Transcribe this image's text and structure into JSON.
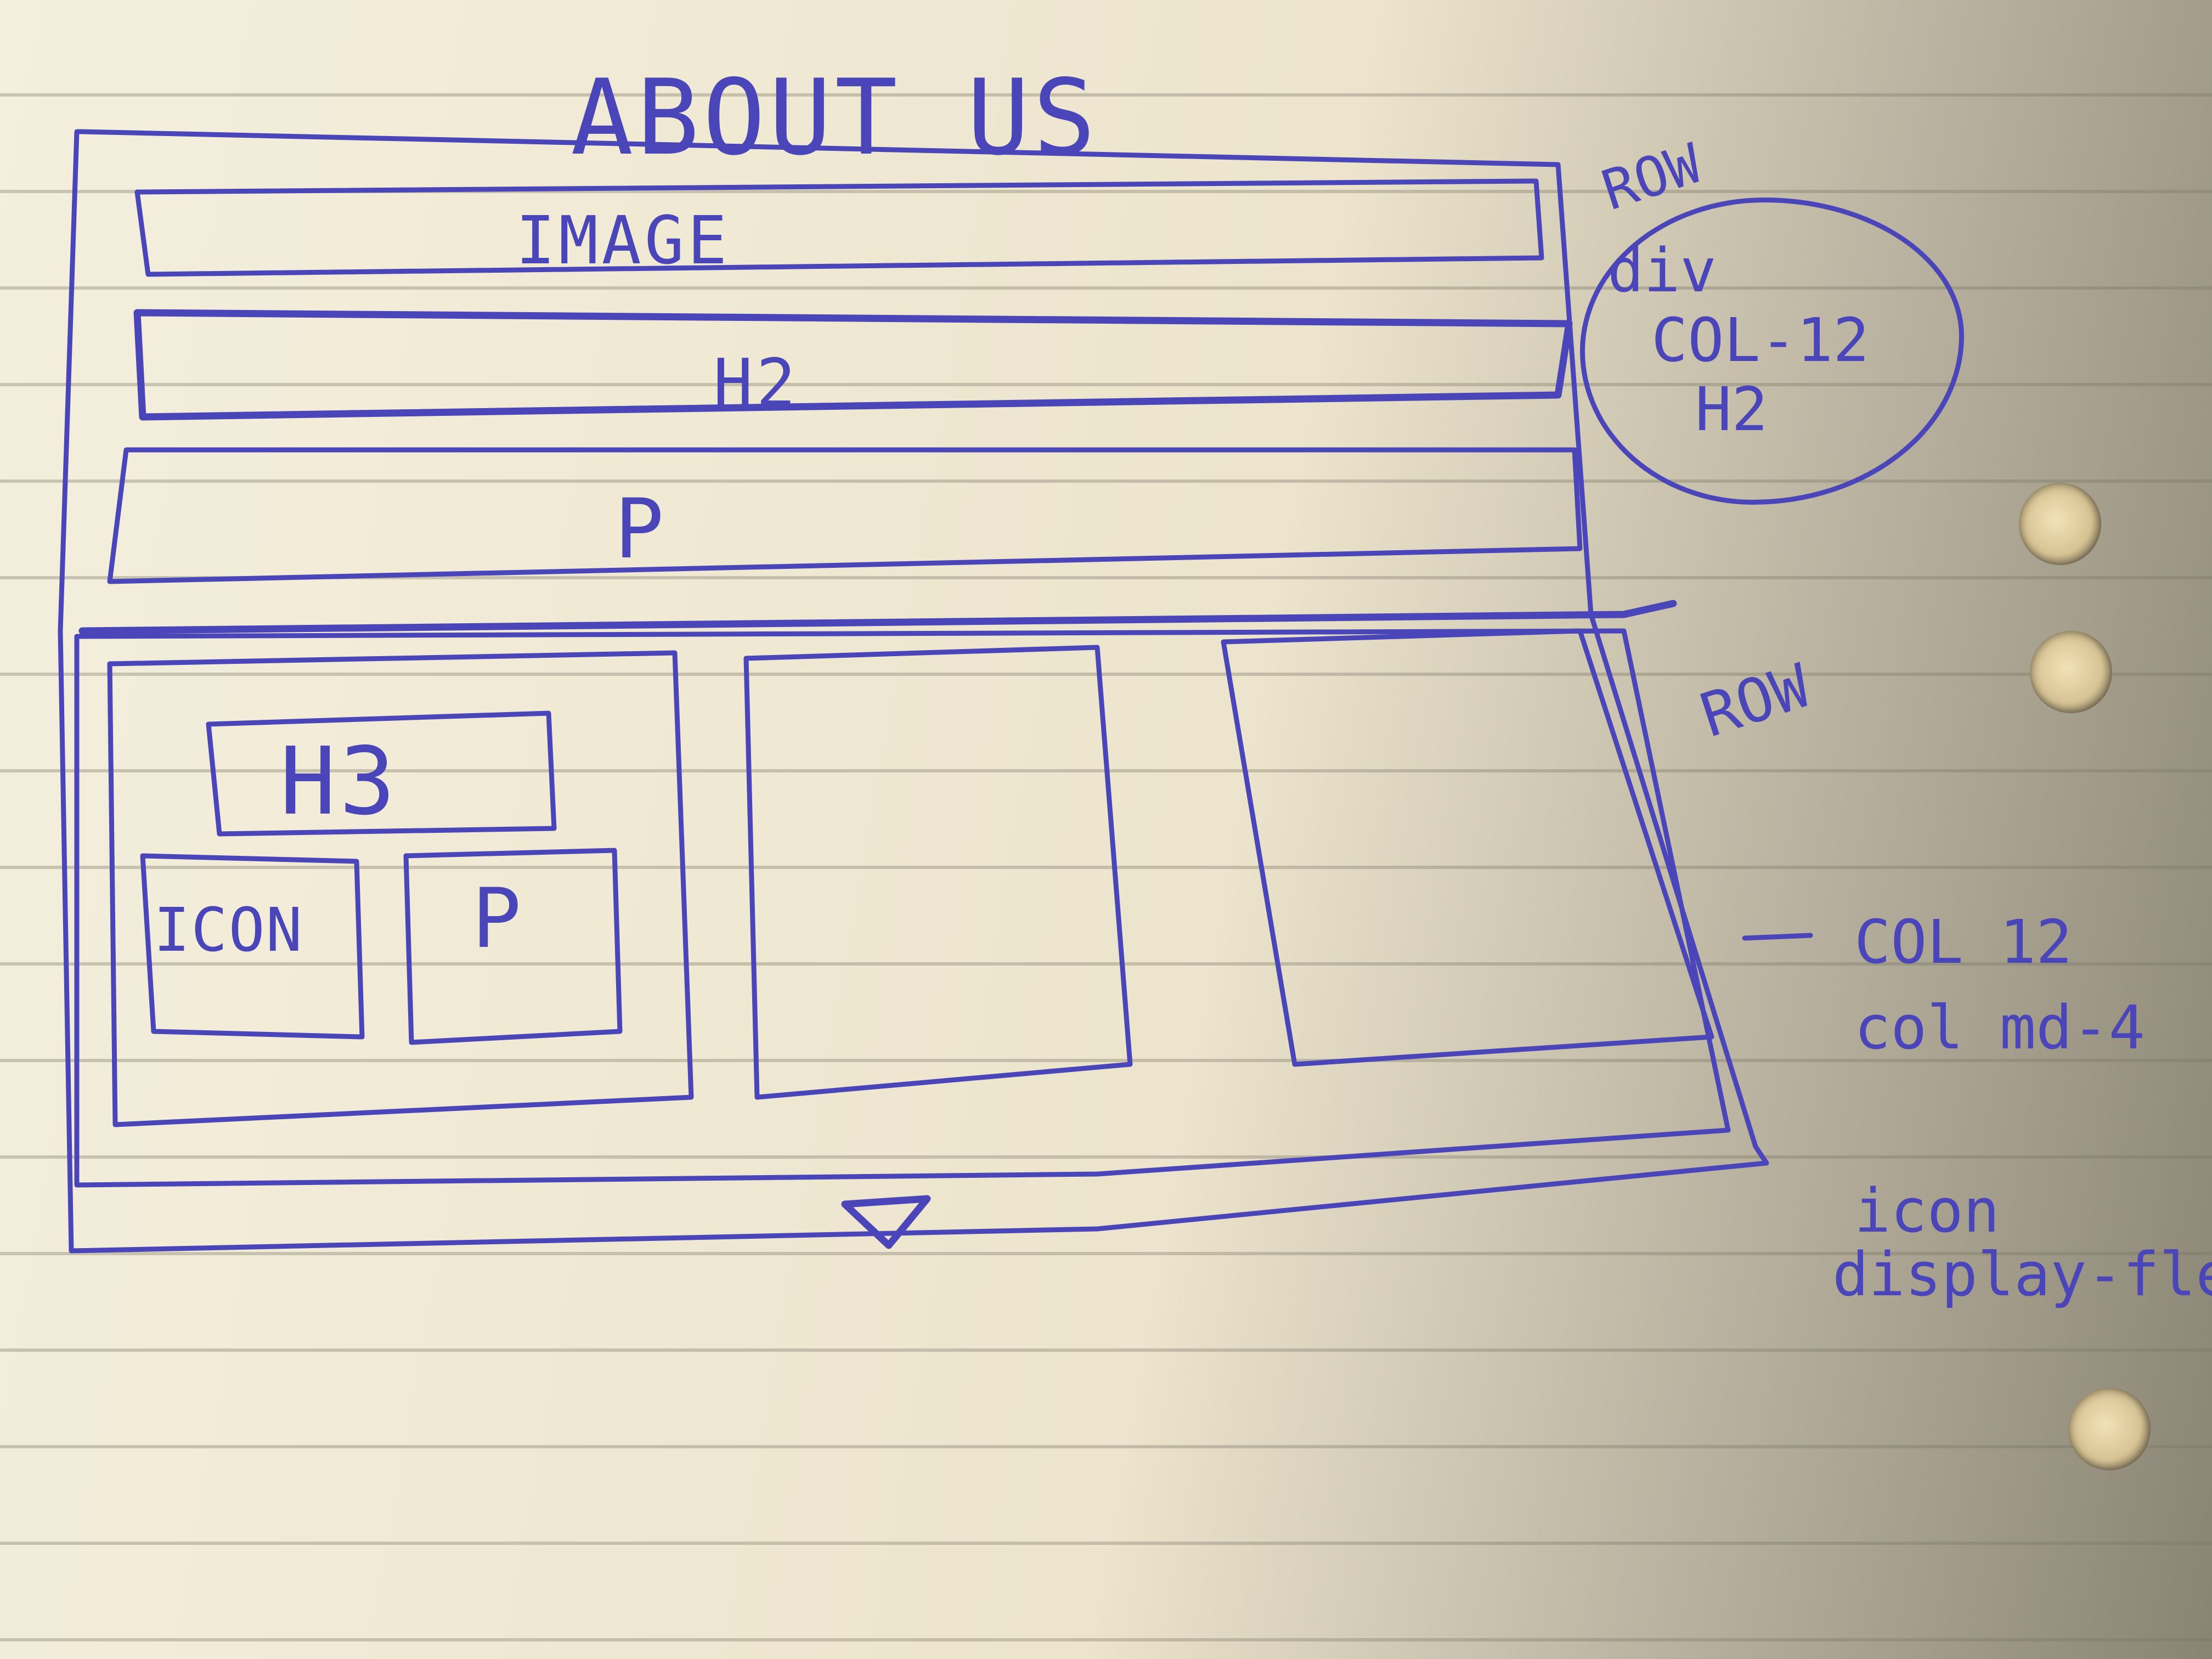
{
  "title": "ABOUT US",
  "header_row": {
    "image_label": "IMAGE",
    "h2_label": "H2",
    "p_label": "P",
    "row_annotation": "ROW",
    "bubble_lines": [
      "div",
      "COL-12",
      "H2"
    ]
  },
  "cards_row": {
    "row_annotation": "ROW",
    "h3_label": "H3",
    "icon_label": "ICON",
    "p_label": "P",
    "column_annotation_lines": [
      "COL 12",
      "col md-4"
    ],
    "bottom_annotation_lines": [
      "icon",
      "display-fle"
    ]
  },
  "colors": {
    "ink": "#4a45b8",
    "paper": "#efe7d2"
  }
}
